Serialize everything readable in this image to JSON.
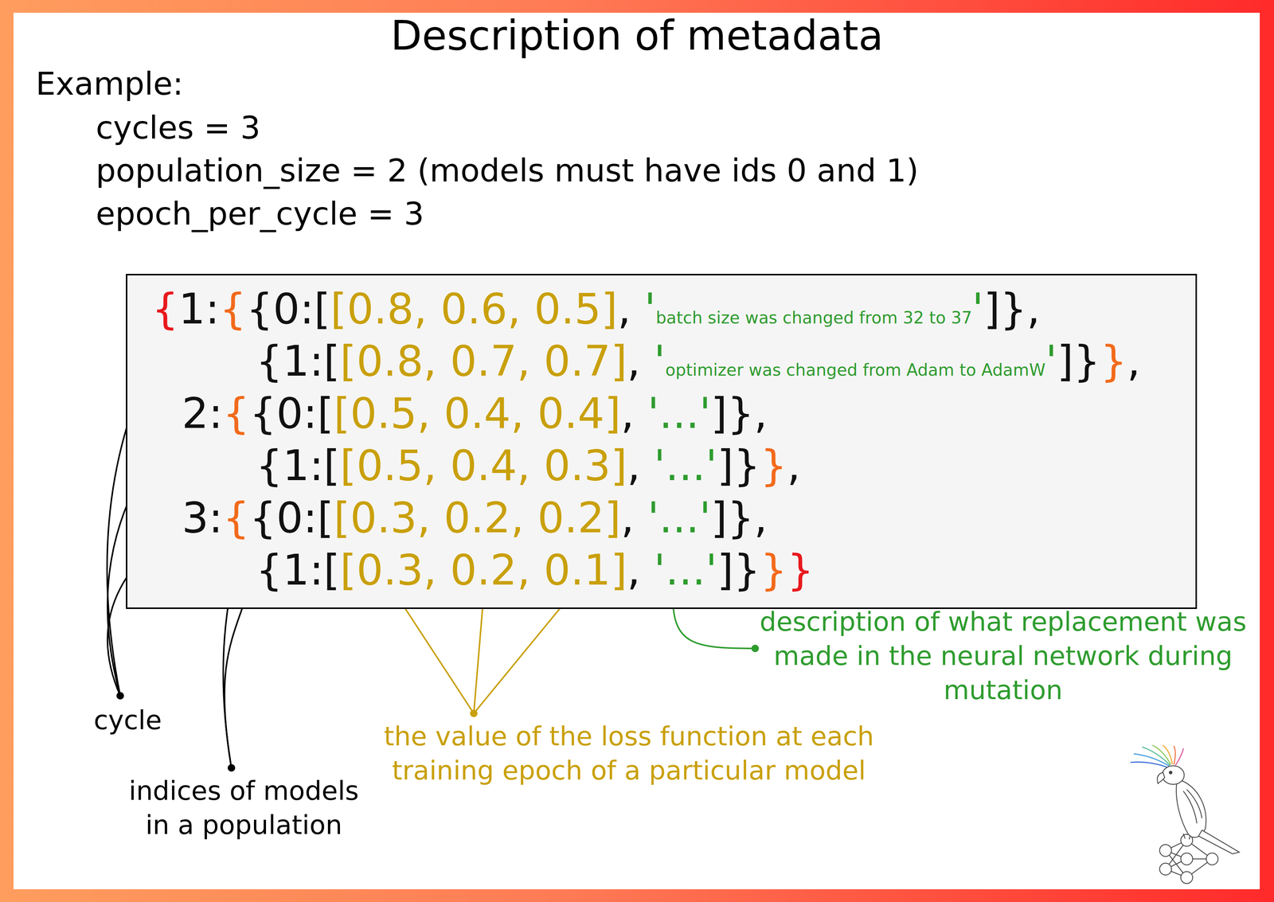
{
  "diagram": {
    "title": "Description of metadata",
    "nodes": [
      {
        "text": [
          "{",
          "1:",
          "{",
          "{0:[",
          "[0.8, 0.6, 0.5]",
          ", ",
          "'",
          "batch size was changed from 32 to 37",
          "'",
          "]},",
          "{1:[",
          "[0.8, 0.7, 0.7]",
          ", ",
          "'",
          "optimizer was changed from Adam to AdamW",
          "'",
          "]}",
          "}",
          ",",
          "2:",
          "{",
          "{0:[",
          "[0.5, 0.4, 0.4]",
          ", ",
          "'...'",
          "]},",
          "{1:[",
          "[0.5, 0.4, 0.3]",
          ", ",
          "'...'",
          "]}",
          "}",
          ",",
          "3:",
          "{",
          "{0:[",
          "[0.3, 0.2, 0.2]",
          ", ",
          "'...'",
          "]},",
          "{1:[",
          "[0.3, 0.2, 0.1]",
          ", ",
          "'...'",
          "]}",
          "}",
          "}"
        ]
      }
    ],
    "labels": [
      "Example:",
      "cycles = 3",
      "population_size = 2 (models must have ids 0 and 1)",
      "epoch_per_cycle = 3",
      "cycle",
      "indices of models in a population",
      "the value of the loss function at each training epoch of a particular model",
      "description of what replacement was made in the neural network during mutation"
    ]
  }
}
